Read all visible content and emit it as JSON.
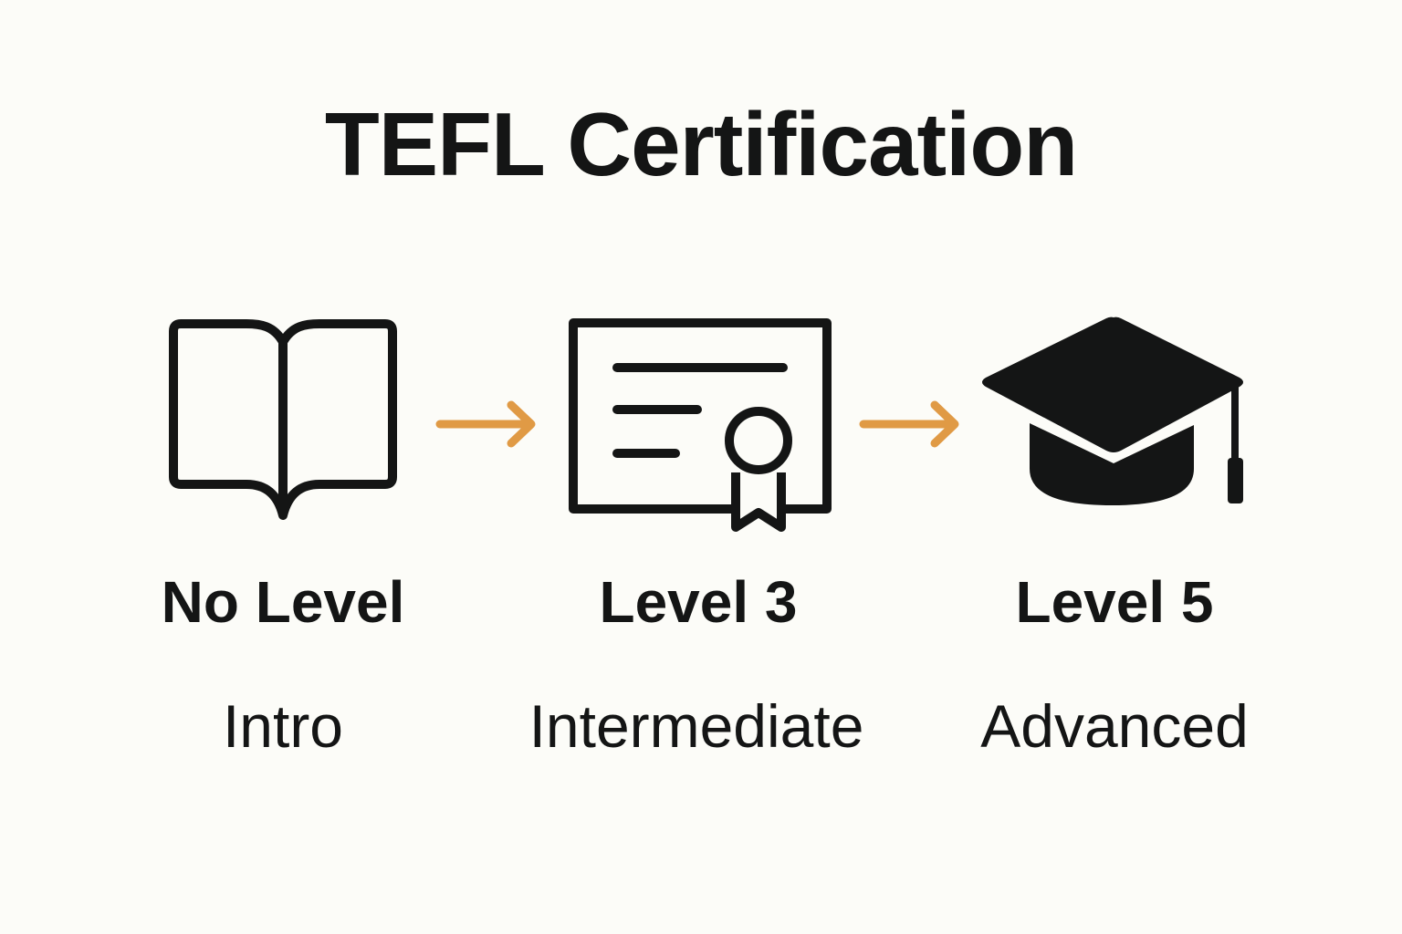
{
  "title": "TEFL Certification",
  "colors": {
    "background": "#fcfcf8",
    "ink": "#141515",
    "arrow": "#e09a45"
  },
  "steps": [
    {
      "icon": "open-book-icon",
      "level": "No Level",
      "description": "Intro"
    },
    {
      "icon": "certificate-icon",
      "level": "Level 3",
      "description": "Intermediate"
    },
    {
      "icon": "graduation-cap-icon",
      "level": "Level 5",
      "description": "Advanced"
    }
  ],
  "connectors": [
    {
      "icon": "arrow-right-icon",
      "from": "No Level",
      "to": "Level 3"
    },
    {
      "icon": "arrow-right-icon",
      "from": "Level 3",
      "to": "Level 5"
    }
  ]
}
